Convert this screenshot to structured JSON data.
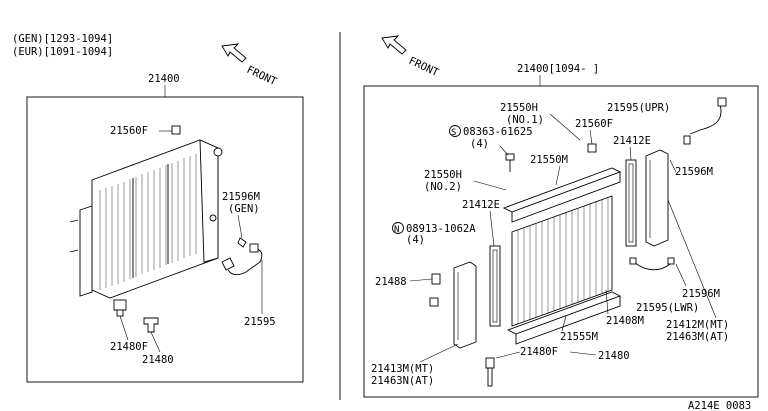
{
  "header": {
    "gen_line": "(GEN)[1293-1094]",
    "eur_line": "(EUR)[1091-1094]"
  },
  "left_panel": {
    "assembly_label": "21400",
    "front_label": "FRONT",
    "callouts": {
      "cap": "21560F",
      "switch_part": "21596M",
      "switch_note": "(GEN)",
      "harness": "21595",
      "drain_cock": "21480F",
      "drain_plug": "21480"
    }
  },
  "right_panel": {
    "assembly_label": "21400[1094-      ]",
    "front_label": "FRONT",
    "callouts": {
      "bracket_no1": "21550H",
      "bracket_no1_note": "(NO.1)",
      "bolt": "08363-61625",
      "bolt_symbol": "S",
      "bolt_qty": "(4)",
      "cap": "21560F",
      "upper_harness": "21595(UPR)",
      "upper_tank": "21550M",
      "seal_top": "21412E",
      "switch": "21596M",
      "bracket_no2": "21550H",
      "bracket_no2_note": "(NO.2)",
      "seal_left": "21412E",
      "nut": "08913-1062A",
      "nut_symbol": "N",
      "nut_qty": "(4)",
      "fitting": "21488",
      "switch_lower": "21596M",
      "lower_harness": "21595(LWR)",
      "core": "21408M",
      "tank_right_mt": "21412M(MT)",
      "tank_right_at": "21463M(AT)",
      "lower_tank": "21555M",
      "drain_cock": "21480F",
      "drain_plug": "21480",
      "tank_left_mt": "21413M(MT)",
      "tank_left_at": "21463N(AT)"
    }
  },
  "footer": {
    "code": "A214E 0083"
  }
}
